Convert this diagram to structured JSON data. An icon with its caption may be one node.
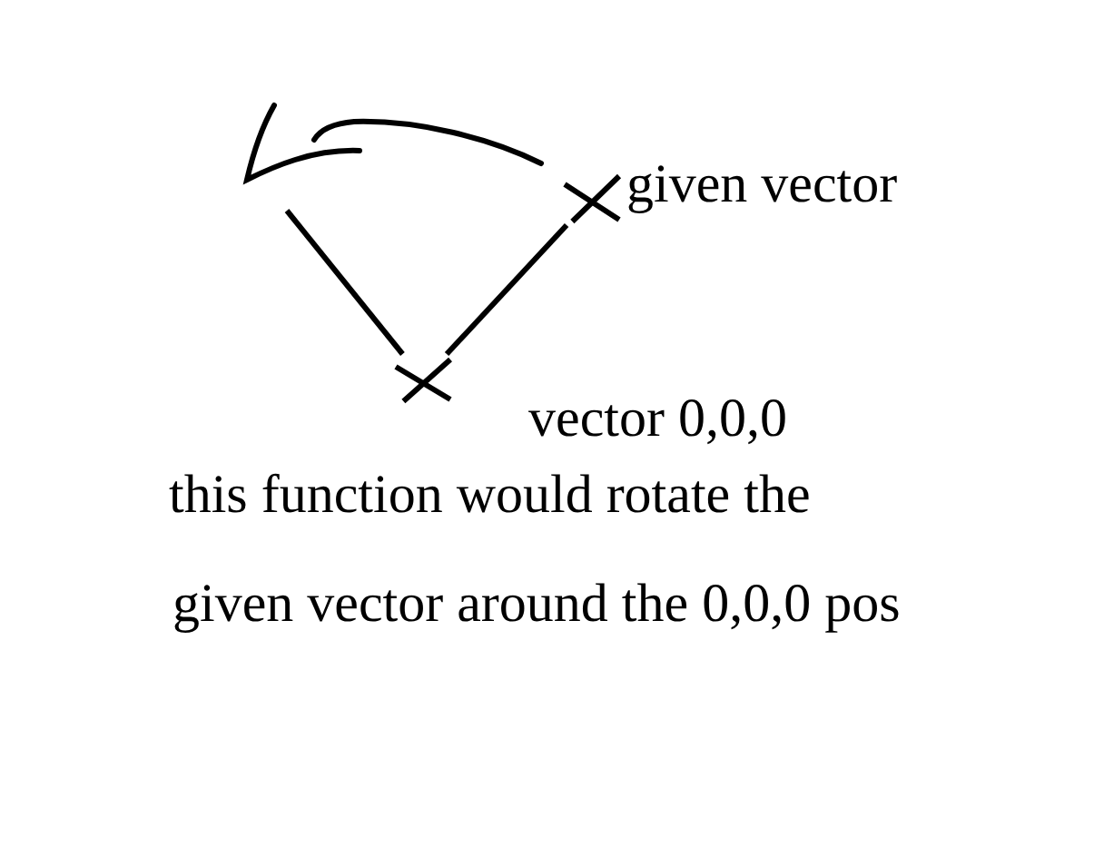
{
  "diagram": {
    "nodes": [
      {
        "text": [],
        "shape": "cross",
        "beside": [
          "given vector"
        ]
      },
      {
        "text": [],
        "shape": "cross",
        "beside": [
          "vector 0,0,0"
        ]
      }
    ],
    "edges": [
      {
        "from": 0,
        "to": 1,
        "arrow": "none"
      },
      {
        "from": 1,
        "to": null,
        "arrow": "none"
      }
    ],
    "labels": [
      "this function would rotate the",
      "given vector around the 0,0,0 pos"
    ]
  }
}
